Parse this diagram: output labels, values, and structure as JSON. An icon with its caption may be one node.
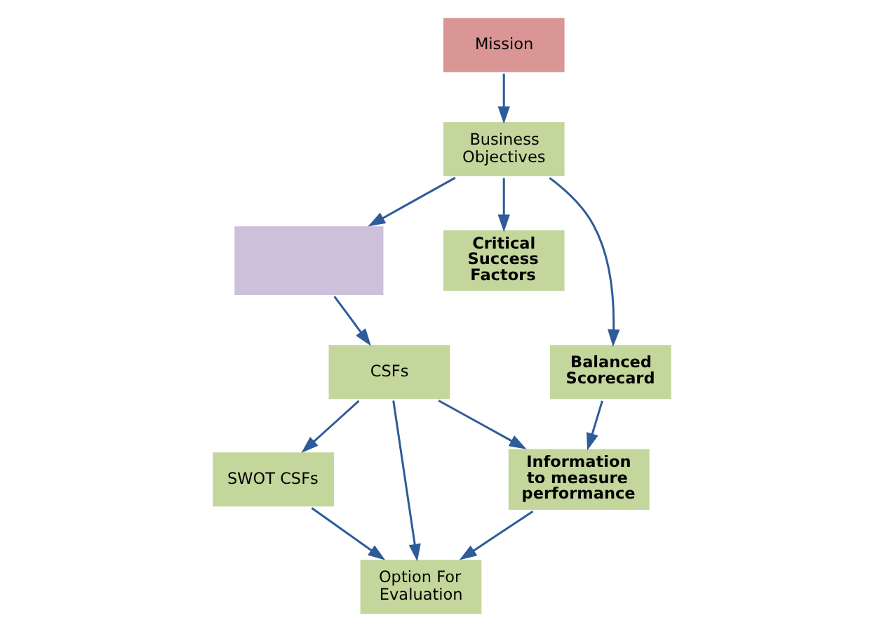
{
  "diagram": {
    "nodes": [
      {
        "text": [
          "Mission"
        ]
      },
      {
        "text": [
          "Business Objectives"
        ]
      },
      {
        "text": [],
        "shape": "box"
      },
      {
        "text": [
          "Critical Success Factors"
        ]
      },
      {
        "text": [
          "Balanced Scorecard"
        ]
      },
      {
        "text": [
          "CSFs"
        ]
      },
      {
        "text": [
          "Information to measure performance"
        ]
      },
      {
        "text": [
          "SWOT CSFs"
        ]
      },
      {
        "text": [
          "Option For Evaluation"
        ]
      }
    ],
    "edges": [
      {
        "from": 0,
        "to": 1,
        "arrow": "to"
      },
      {
        "from": 1,
        "to": 2,
        "arrow": "to"
      },
      {
        "from": 1,
        "to": 3,
        "arrow": "to"
      },
      {
        "from": 1,
        "to": 4,
        "arrow": "to"
      },
      {
        "from": 2,
        "to": 5,
        "arrow": "to"
      },
      {
        "from": 4,
        "to": 6,
        "arrow": "to"
      },
      {
        "from": 5,
        "to": 6,
        "arrow": "to"
      },
      {
        "from": 5,
        "to": 8,
        "arrow": "to"
      },
      {
        "from": 5,
        "to": 7,
        "arrow": "to"
      },
      {
        "from": 6,
        "to": 8,
        "arrow": "to"
      },
      {
        "from": 7,
        "to": 8,
        "arrow": "to"
      }
    ]
  }
}
